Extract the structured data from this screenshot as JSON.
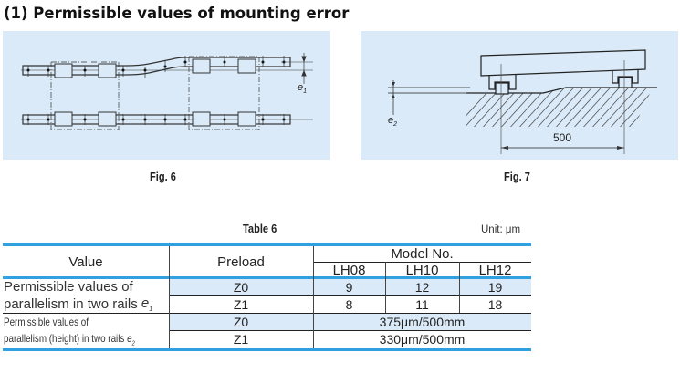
{
  "section_title": "(1) Permissible values of mounting error",
  "figures": [
    {
      "id": "fig6",
      "caption": "Fig. 6",
      "label": "e1",
      "label_main": "e",
      "label_sub": "1"
    },
    {
      "id": "fig7",
      "caption": "Fig. 7",
      "label": "e2",
      "label_main": "e",
      "label_sub": "2",
      "dimension": "500"
    }
  ],
  "table": {
    "caption": "Table 6",
    "unit": "Unit: μm",
    "headers": {
      "value": "Value",
      "preload": "Preload",
      "model_no": "Model No.",
      "models": [
        "LH08",
        "LH10",
        "LH12"
      ]
    },
    "groups": [
      {
        "value_line1": "Permissible values of",
        "value_line2": "parallelism in two rails",
        "symbol": "e",
        "symbol_sub": "1",
        "rows": [
          {
            "preload": "Z0",
            "values": [
              "9",
              "12",
              "19"
            ]
          },
          {
            "preload": "Z1",
            "values": [
              "8",
              "11",
              "18"
            ]
          }
        ]
      },
      {
        "value_line1": "Permissible values of",
        "value_line2": "parallelism (height) in two rails",
        "symbol": "e",
        "symbol_sub": "2",
        "rows": [
          {
            "preload": "Z0",
            "merged_value": "375μm/500mm"
          },
          {
            "preload": "Z1",
            "merged_value": "330μm/500mm"
          }
        ]
      }
    ]
  },
  "colors": {
    "panel_bg": "#daeaf8",
    "rule_blue": "#2fa1e0",
    "row_shade": "#daeaf8"
  }
}
